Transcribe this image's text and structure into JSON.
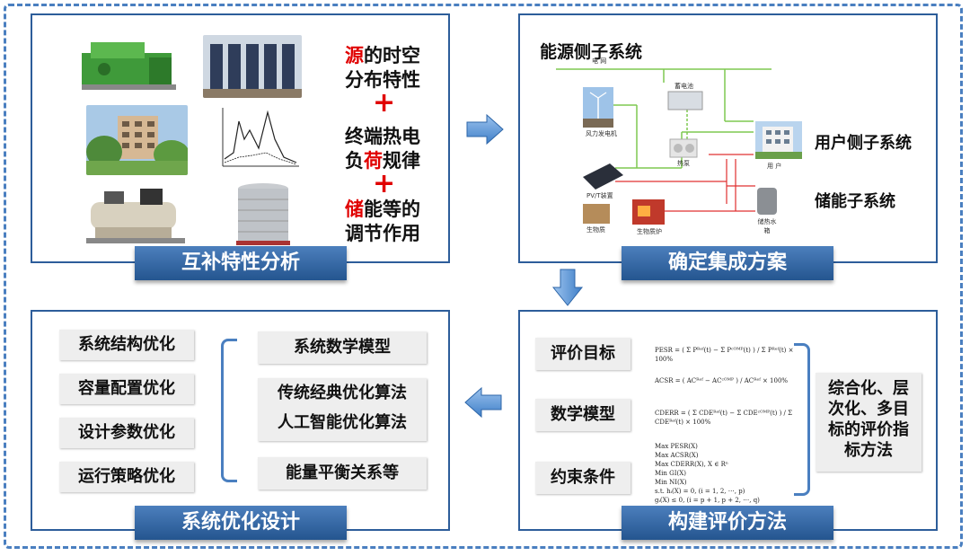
{
  "panel1": {
    "banner": "互补特性分析",
    "line1_red": "源",
    "line1_rest": "的时空",
    "line2": "分布特性",
    "line3": "终端热电",
    "line4_pre": "负",
    "line4_red": "荷",
    "line4_post": "规律",
    "line5_red": "储",
    "line5_rest": "能等的",
    "line6": "调节作用",
    "plus": "+"
  },
  "panel2": {
    "banner": "确定集成方案",
    "title": "能源侧子系统",
    "grid_label": "电 网",
    "user_system": "用户侧子系统",
    "storage_system": "储能子系统",
    "labels": {
      "wind": "风力发电机",
      "battery": "蓄电池",
      "heatpump": "热泵",
      "user": "用 户",
      "pvt": "PV/T装置",
      "biomass": "生物质",
      "boiler": "生物质炉",
      "tank": "储热水箱"
    }
  },
  "panel3": {
    "banner": "系统优化设计",
    "left_boxes": [
      "系统结构优化",
      "容量配置优化",
      "设计参数优化",
      "运行策略优化"
    ],
    "right_boxes": [
      "系统数学模型",
      "传统经典优化算法",
      "人工智能优化算法",
      "能量平衡关系等"
    ]
  },
  "panel4": {
    "banner": "构建评价方法",
    "left_boxes": [
      "评价目标",
      "数学模型",
      "约束条件"
    ],
    "result_lines": [
      "综合化、层",
      "次化、多目",
      "标的评价指",
      "标方法"
    ],
    "formulas": {
      "pesr": "PESR = ( Σ Pᴿᵉᶠ(t) − Σ Pᶜᴼᴹᴾ(t) ) / Σ Pᴿᵉᶠ(t) × 100%",
      "acsr": "ACSR = ( ACᴿᵉᶠ − ACᶜᴼᴹᴾ ) / ACᴿᵉᶠ × 100%",
      "cderr": "CDERR = ( Σ CDEᴿᵉᶠ(t) − Σ CDEᶜᴼᴹᴾ(t) ) / Σ CDEᴿᵉᶠ(t) × 100%",
      "constraints": [
        "Max PESR(X)",
        "Max ACSR(X)",
        "Max CDERR(X),   X ∈ Rⁿ",
        "Min GI(X)",
        "Min NI(X)",
        "s.t.   hᵢ(X) = 0,  (i = 1, 2, ⋯, p)",
        "gᵢ(X) ≤ 0,  (i = p + 1, p + 2, ⋯, q)"
      ]
    }
  },
  "colors": {
    "accent": "#2d5d9a",
    "red": "#e00000",
    "green_line": "#7ec850",
    "red_line": "#e03030"
  }
}
